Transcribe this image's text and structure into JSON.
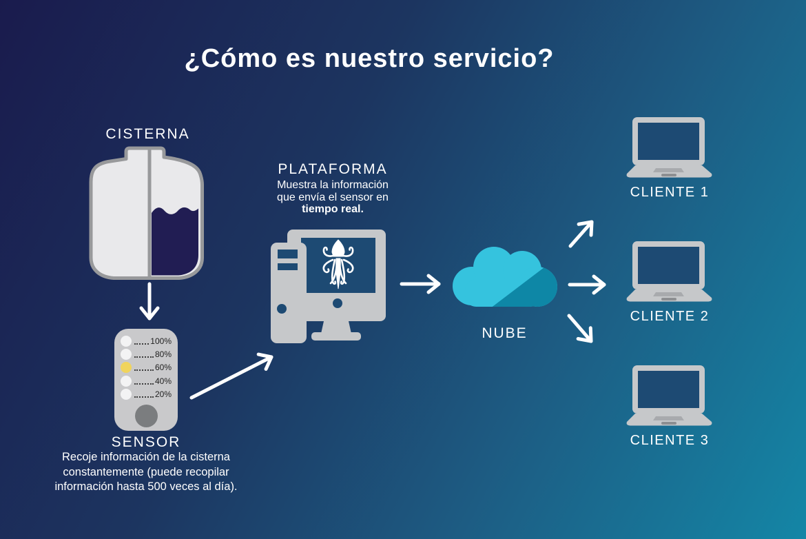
{
  "title": "¿Cómo es nuestro servicio?",
  "nodes": {
    "cisterna": {
      "label": "CISTERNA"
    },
    "sensor": {
      "label": "SENSOR",
      "description_lines": [
        "Recoje información de la cisterna",
        "constantemente (puede recopilar",
        "información hasta 500 veces al día)."
      ],
      "levels": [
        "100%",
        "80%",
        "60%",
        "40%",
        "20%"
      ],
      "active_level": "60%"
    },
    "plataforma": {
      "label": "PLATAFORMA",
      "description_lines": [
        "Muestra la información",
        "que envía el sensor en"
      ],
      "description_emphasis": "tiempo real."
    },
    "nube": {
      "label": "NUBE"
    },
    "clients": [
      {
        "label": "CLIENTE 1"
      },
      {
        "label": "CLIENTE 2"
      },
      {
        "label": "CLIENTE 3"
      }
    ]
  },
  "colors": {
    "bg-top-left": "#1a1b4d",
    "bg-bottom-right": "#1486a6",
    "text": "#ffffff",
    "tank-body": "#e9e9eb",
    "tank-outline": "#98999b",
    "water-navy": "#211d53",
    "device-gray": "#c9c9cb",
    "indicator-yellow": "#f0d45c",
    "screen-navy": "#1d4a73",
    "cloud-light": "#35c3de",
    "cloud-dark": "#0e87a6",
    "arrow-white": "#ffffff"
  }
}
